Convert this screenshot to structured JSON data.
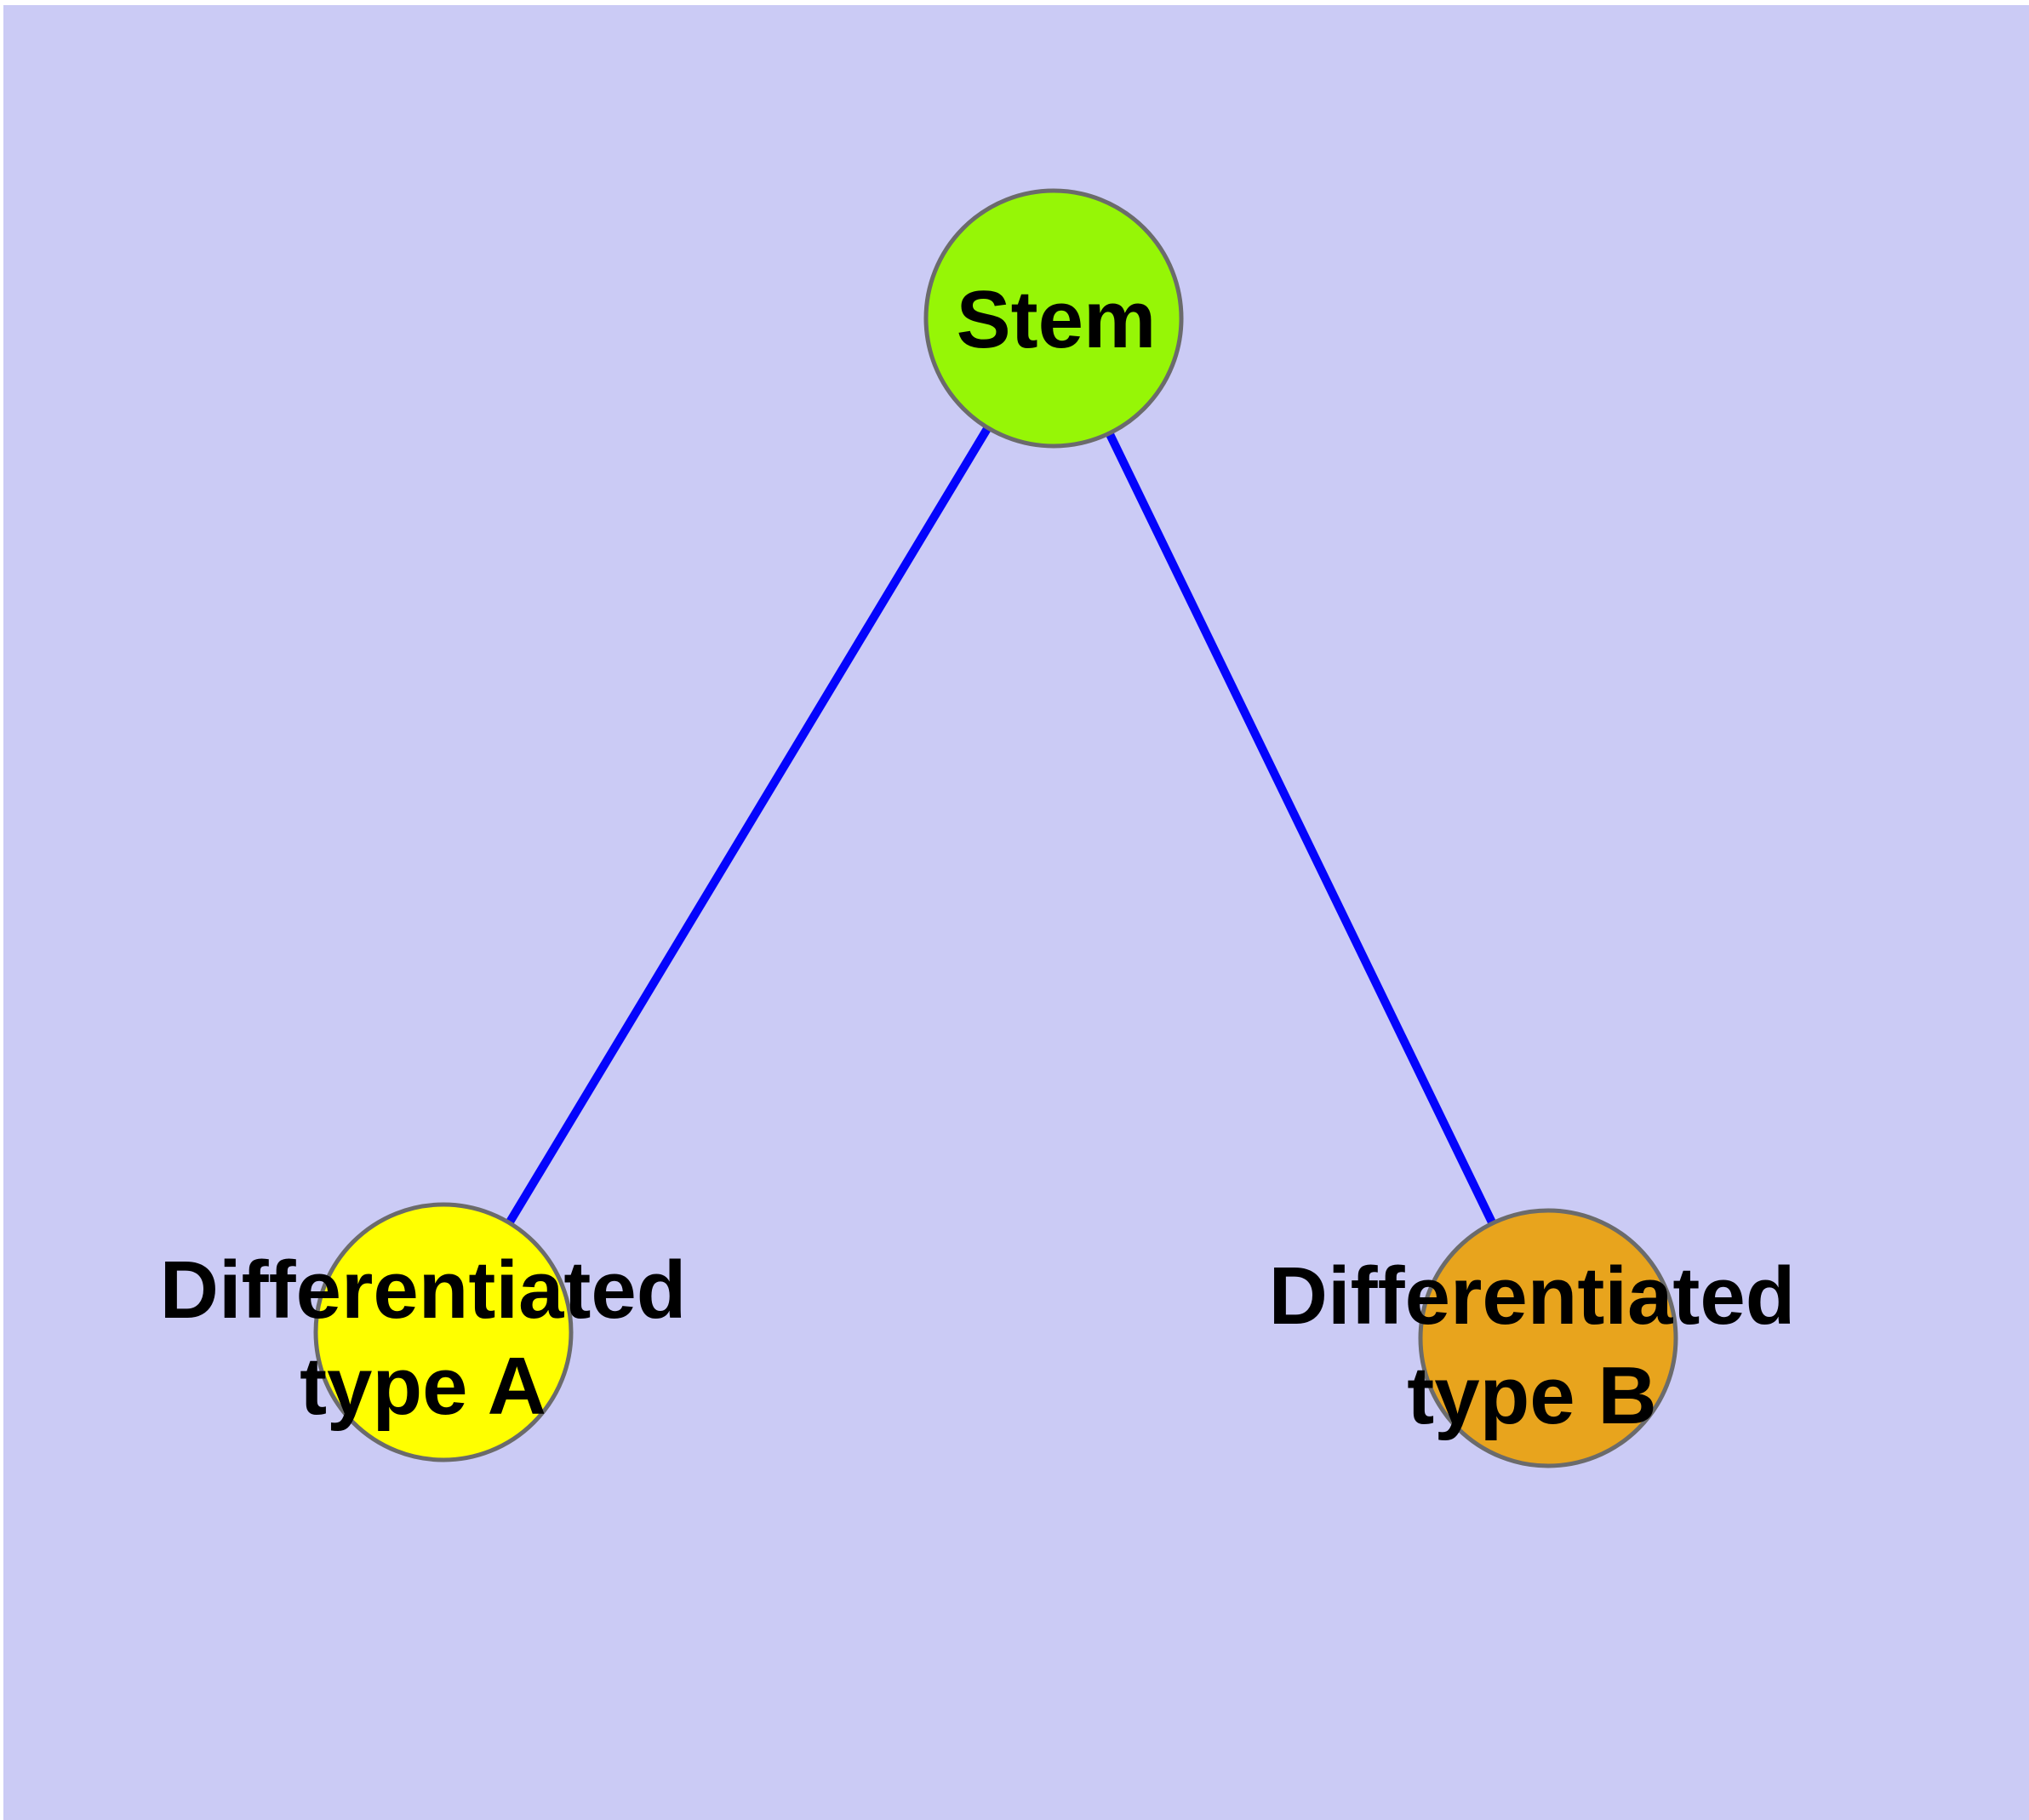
{
  "diagram": {
    "type": "graph",
    "colors": {
      "page_margin": "#FFFFFF",
      "background": "#CBCBF5",
      "edge": "#0404FC",
      "node_border": "#6B6B6B",
      "label_text": "#000000"
    },
    "nodes": [
      {
        "id": "stem",
        "label": "Stem",
        "fill": "#96F606"
      },
      {
        "id": "differentiated-type-a",
        "label_line1": "Differentiated",
        "label_line2": "type A",
        "fill": "#FFFF00"
      },
      {
        "id": "differentiated-type-b",
        "label_line1": "Differentiated",
        "label_line2": "type B",
        "fill": "#E8A41D"
      }
    ],
    "edges": [
      {
        "from": "Stem",
        "to": "Differentiated type A"
      },
      {
        "from": "Stem",
        "to": "Differentiated type B"
      }
    ]
  }
}
